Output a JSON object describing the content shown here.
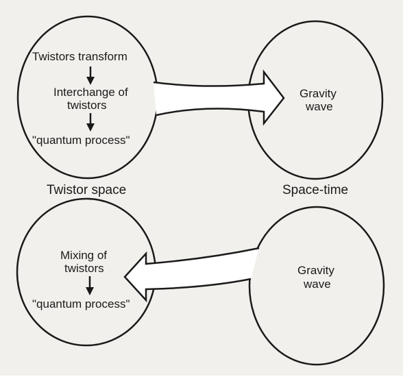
{
  "top_left": {
    "line1": "Twistors transform",
    "line2a": "Interchange of",
    "line2b": "twistors",
    "line3": "\"quantum process\""
  },
  "top_right": {
    "line1": "Gravity",
    "line2": "wave"
  },
  "captions": {
    "left": "Twistor space",
    "right": "Space-time"
  },
  "bottom_left": {
    "line1a": "Mixing of",
    "line1b": "twistors",
    "line2": "\"quantum process\""
  },
  "bottom_right": {
    "line1": "Gravity",
    "line2": "wave"
  }
}
